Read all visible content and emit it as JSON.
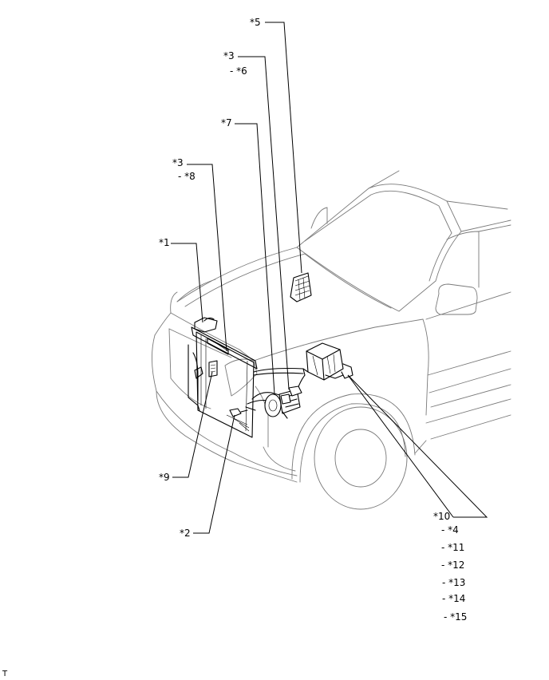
{
  "callouts": {
    "c5": "*5",
    "c3a": "*3",
    "c6": "- *6",
    "c7": "*7",
    "c3b": "*3",
    "c8": "- *8",
    "c1": "*1",
    "c9": "*9",
    "c2": "*2",
    "c10": "*10",
    "c4": "- *4",
    "c11": "- *11",
    "c12": "- *12",
    "c13": "- *13",
    "c14": "- *14",
    "c15": "- *15"
  },
  "footer": {
    "mark": "T"
  }
}
